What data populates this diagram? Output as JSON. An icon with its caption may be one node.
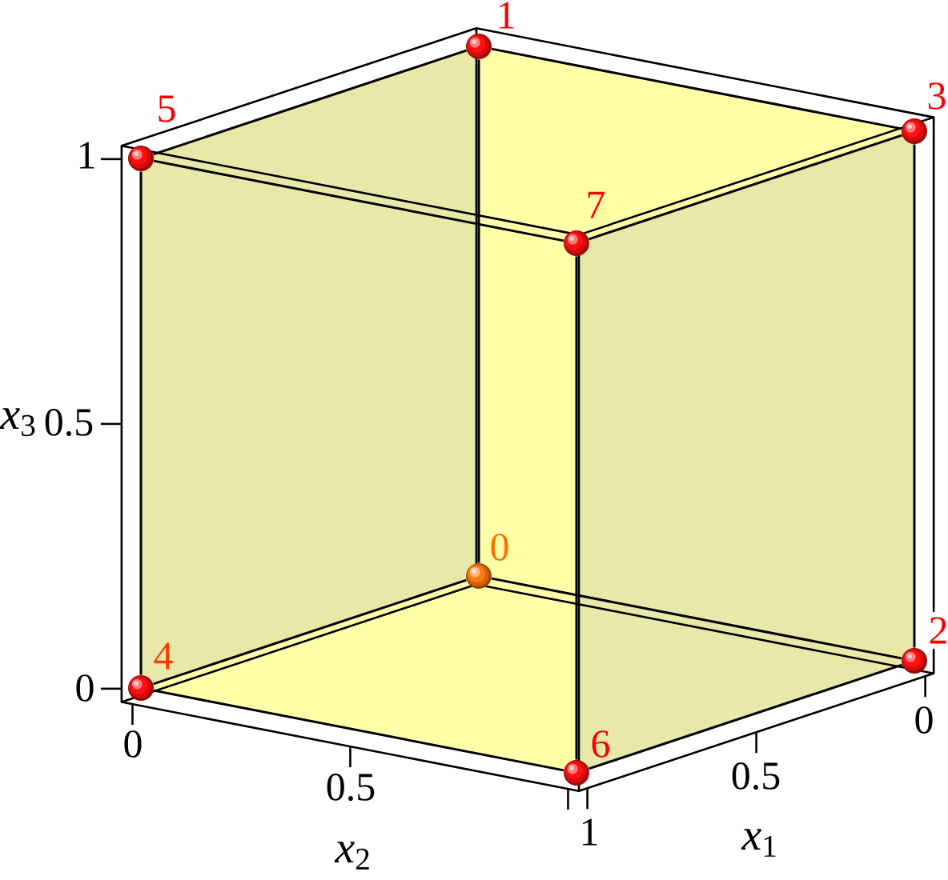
{
  "diagram": {
    "nodes": [
      {
        "text": [],
        "shape": "circle",
        "beside": [
          "0"
        ]
      },
      {
        "text": [],
        "shape": "circle",
        "beside": [
          "1"
        ]
      },
      {
        "text": [],
        "shape": "circle",
        "beside": [
          "2"
        ]
      },
      {
        "text": [],
        "shape": "circle",
        "beside": [
          "3"
        ]
      },
      {
        "text": [],
        "shape": "circle",
        "beside": [
          "4"
        ]
      },
      {
        "text": [],
        "shape": "circle",
        "beside": [
          "5"
        ]
      },
      {
        "text": [],
        "shape": "circle",
        "beside": [
          "6"
        ]
      },
      {
        "text": [],
        "shape": "circle",
        "beside": [
          "7"
        ]
      }
    ],
    "edges": [
      {
        "from": 0,
        "to": 1,
        "arrow": "none"
      },
      {
        "from": 0,
        "to": 2,
        "arrow": "none"
      },
      {
        "from": 0,
        "to": 4,
        "arrow": "none"
      },
      {
        "from": 1,
        "to": 3,
        "arrow": "none"
      },
      {
        "from": 1,
        "to": 5,
        "arrow": "none"
      },
      {
        "from": 2,
        "to": 3,
        "arrow": "none"
      },
      {
        "from": 2,
        "to": 6,
        "arrow": "none"
      },
      {
        "from": 3,
        "to": 7,
        "arrow": "none"
      },
      {
        "from": 4,
        "to": 5,
        "arrow": "none"
      },
      {
        "from": 4,
        "to": 6,
        "arrow": "none"
      },
      {
        "from": 5,
        "to": 7,
        "arrow": "none"
      },
      {
        "from": 6,
        "to": 7,
        "arrow": "none"
      }
    ],
    "labels": [
      "1",
      "*x*$_{3}$",
      "0.5",
      "0",
      "0",
      "0",
      "0.5",
      "0.5",
      "1",
      "*x*$_{2}$",
      "*x*$_{1}$"
    ]
  }
}
